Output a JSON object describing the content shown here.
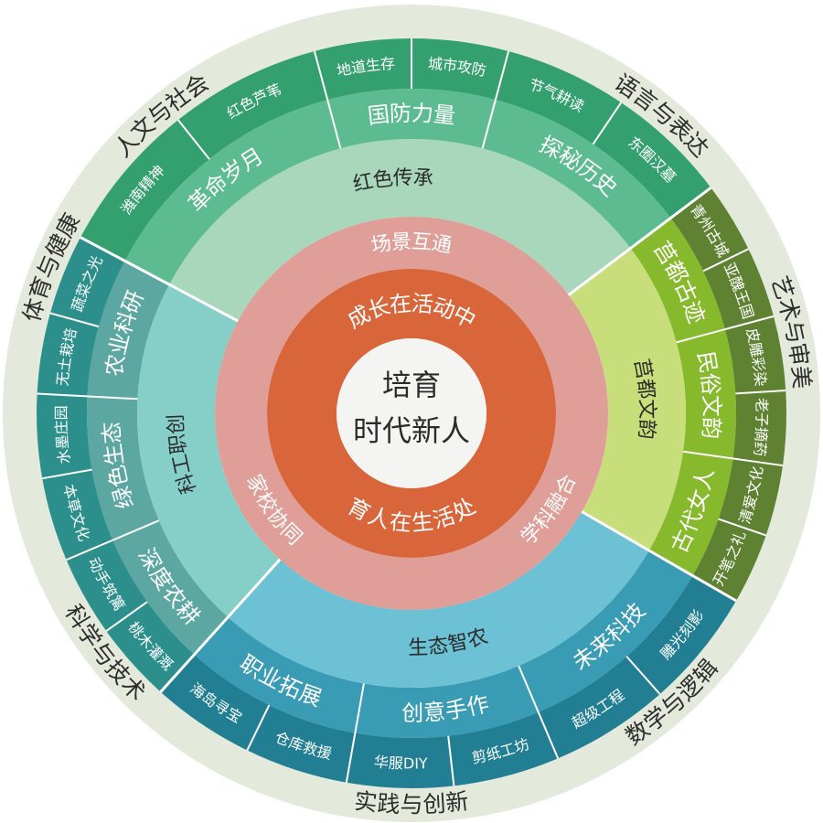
{
  "center": {
    "line1": "培育",
    "line2": "时代新人"
  },
  "orange_ring": {
    "color": "#d9653a",
    "top": "成长在活动中",
    "bottom": "育人在生活处"
  },
  "pink_ring": {
    "color": "#df9f98",
    "top": "场景互通",
    "left": "家校协同",
    "right": "学科融合"
  },
  "outer_ring": {
    "color": "#e3eadc",
    "labels": [
      {
        "text": "人文与社会",
        "angle": -40
      },
      {
        "text": "语言与表达",
        "angle": 40
      },
      {
        "text": "艺术与审美",
        "angle": 78
      },
      {
        "text": "数学与逻辑",
        "angle": 138
      },
      {
        "text": "实践与创新",
        "angle": 180
      },
      {
        "text": "科学与技术",
        "angle": 232
      },
      {
        "text": "体育与健康",
        "angle": 292
      }
    ]
  },
  "quadrants": [
    {
      "name": "红色传承",
      "start": -62,
      "end": 53,
      "color_inner": "#a9d7bb",
      "color_mid": "#5cbb91",
      "color_leaf": "#34a070",
      "text_color": "#2b2b2b",
      "subs": [
        {
          "name": "革命岁月",
          "start": -62,
          "end": -15,
          "leaves": [
            "潍南精神",
            "红色芦苇"
          ]
        },
        {
          "name": "国防力量",
          "start": -15,
          "end": 15,
          "leaves": [
            "地道生存",
            "城市攻防"
          ]
        },
        {
          "name": "探秘历史",
          "start": 15,
          "end": 53,
          "leaves": [
            "节气耕读",
            "东圈汉墓"
          ]
        }
      ]
    },
    {
      "name": "莒都文韵",
      "start": 53,
      "end": 120,
      "color_inner": "#c7de7a",
      "color_mid": "#86b92b",
      "color_leaf": "#5e8232",
      "text_color": "#2b2b2b",
      "subs": [
        {
          "name": "莒都古迹",
          "start": 53,
          "end": 75,
          "leaves": [
            "青州古城",
            "亚醜王国"
          ]
        },
        {
          "name": "民俗文韵",
          "start": 75,
          "end": 98,
          "leaves": [
            "皮雕彩染",
            "老子摘药"
          ]
        },
        {
          "name": "古代女人",
          "start": 98,
          "end": 120,
          "leaves": [
            "清爱文化",
            "开笔之礼"
          ]
        }
      ]
    },
    {
      "name": "生态智农",
      "start": 120,
      "end": 222,
      "color_inner": "#6cc1d4",
      "color_mid": "#3a9bb5",
      "color_leaf": "#217e93",
      "text_color": "#2b2b2b",
      "subs": [
        {
          "name": "未来科技",
          "start": 120,
          "end": 157,
          "leaves": [
            "雕光刻影",
            "超级工程"
          ]
        },
        {
          "name": "创意手作",
          "start": 157,
          "end": 190,
          "leaves": [
            "剪纸工坊",
            "华服DIY"
          ]
        },
        {
          "name": "职业拓展",
          "start": 190,
          "end": 222,
          "leaves": [
            "仓库救援",
            "海岛寻宝"
          ]
        }
      ]
    },
    {
      "name": "科工职创",
      "start": 222,
      "end": 298,
      "color_inner": "#86cfc9",
      "color_mid": "#5ca7a2",
      "color_leaf": "#2c8f8c",
      "text_color": "#2b2b2b",
      "subs": [
        {
          "name": "深度农耕",
          "start": 222,
          "end": 247,
          "leaves": [
            "桃木灌溉",
            "动手筑篱"
          ]
        },
        {
          "name": "绿色生态",
          "start": 247,
          "end": 273,
          "leaves": [
            "本草文化",
            "水墨庄园"
          ]
        },
        {
          "name": "农业科研",
          "start": 273,
          "end": 298,
          "leaves": [
            "无土栽培",
            "蔬菜之光"
          ]
        }
      ]
    }
  ]
}
